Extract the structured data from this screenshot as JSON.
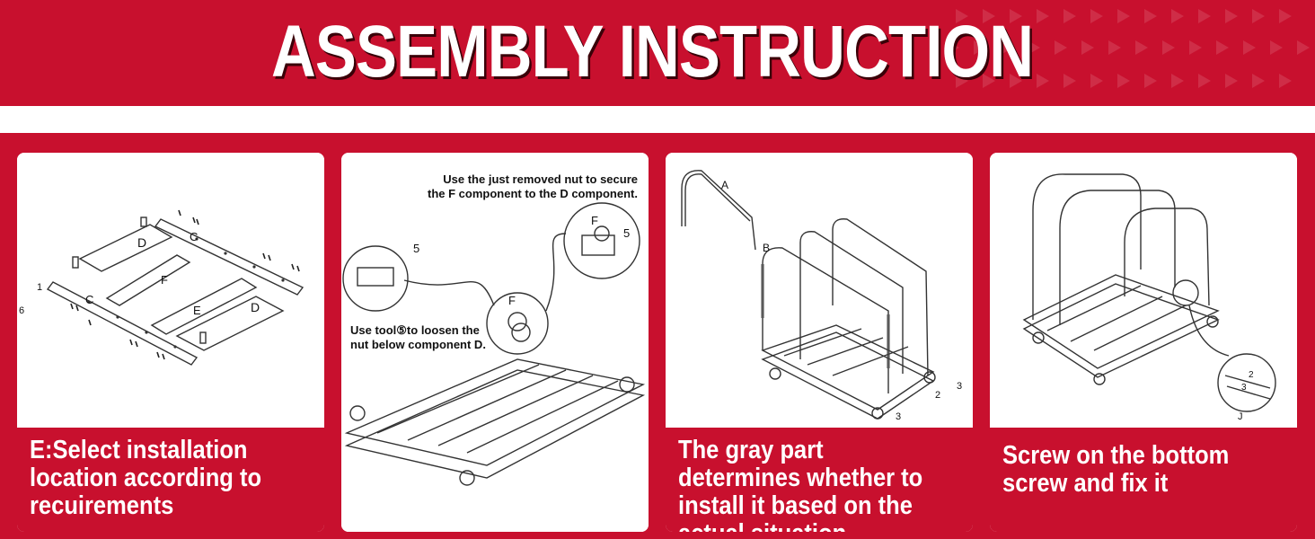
{
  "header": {
    "title": "ASSEMBLY INSTRUCTION"
  },
  "colors": {
    "brand_red": "#c8102e",
    "card_bg": "#ffffff",
    "line_art": "#333333"
  },
  "steps": [
    {
      "caption": "E:Select installation location according to recuirements",
      "part_labels": [
        "D",
        "C",
        "F",
        "C",
        "E",
        "D",
        "1",
        "6"
      ]
    },
    {
      "note_top": "Use the just removed nut to secure the F component to the D component.",
      "note_left": "Use tool⑤to loosen the nut below component D.",
      "part_labels": [
        "5",
        "F",
        "5",
        "F"
      ]
    },
    {
      "caption": "The gray part determines whether to install it based on the actual situation",
      "part_labels": [
        "A",
        "B",
        "2",
        "3",
        "3"
      ]
    },
    {
      "caption": "Screw on the bottom screw and fix it",
      "part_labels": [
        "3",
        "2",
        "J"
      ]
    }
  ]
}
